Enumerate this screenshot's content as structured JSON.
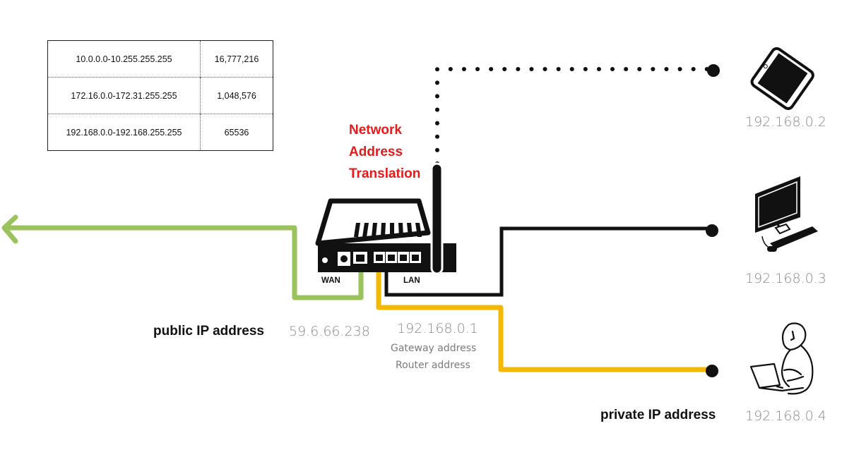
{
  "range_table": {
    "rows": [
      {
        "range": "10.0.0.0-10.255.255.255",
        "count": "16,777,216"
      },
      {
        "range": "172.16.0.0-172.31.255.255",
        "count": "1,048,576"
      },
      {
        "range": "192.168.0.0-192.168.255.255",
        "count": "65536"
      }
    ]
  },
  "nat_label": [
    "Network",
    "Address",
    "Translation"
  ],
  "router": {
    "wan_label": "WAN",
    "lan_label": "LAN"
  },
  "public": {
    "label": "public IP address",
    "ip": "59.6.66.238"
  },
  "gateway": {
    "ip": "192.168.0.1",
    "line1": "Gateway address",
    "line2": "Router address"
  },
  "private_label": "private IP address",
  "devices": [
    {
      "icon": "smartphone-icon",
      "ip": "192.168.0.2"
    },
    {
      "icon": "desktop-computer-icon",
      "ip": "192.168.0.3"
    },
    {
      "icon": "person-laptop-icon",
      "ip": "192.168.0.4"
    }
  ],
  "colors": {
    "wan_line": "#9bc35c",
    "lan_line": "#f5b800",
    "nat_text": "#e31b1b",
    "device_line": "#111111"
  }
}
